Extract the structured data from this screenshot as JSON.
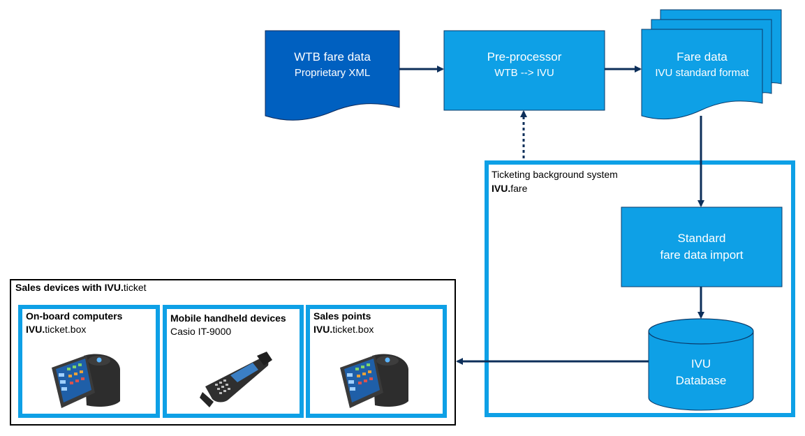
{
  "source": {
    "title": "WTB fare data",
    "subtitle": "Proprietary XML"
  },
  "preprocessor": {
    "title": "Pre-processor",
    "subtitle": "WTB --> IVU"
  },
  "fare_data": {
    "title": "Fare data",
    "subtitle": "IVU standard format"
  },
  "background_system": {
    "line1": "Ticketing background system",
    "brand_bold": "IVU.",
    "brand_rest": "fare"
  },
  "import": {
    "line1": "Standard",
    "line2": "fare data import"
  },
  "database": {
    "line1": "IVU",
    "line2": "Database"
  },
  "sales_devices": {
    "title_prefix": "Sales devices with ",
    "title_brand": "IVU.",
    "title_suffix": "ticket",
    "devices": [
      {
        "heading": "On-board computers",
        "brand_bold": "IVU.",
        "brand_rest": "ticket.box",
        "image": "onboard-terminal"
      },
      {
        "heading": "Mobile handheld devices",
        "brand_bold": "",
        "brand_rest": "Casio IT-9000",
        "image": "handheld-device"
      },
      {
        "heading": "Sales points",
        "brand_bold": "IVU.",
        "brand_rest": "ticket.box",
        "image": "onboard-terminal"
      }
    ]
  },
  "colors": {
    "dark_blue": "#0060c0",
    "process_blue": "#0ea0e6",
    "frame_blue": "#0ea0e6",
    "arrow": "#0d2f5a",
    "black": "#000000"
  }
}
